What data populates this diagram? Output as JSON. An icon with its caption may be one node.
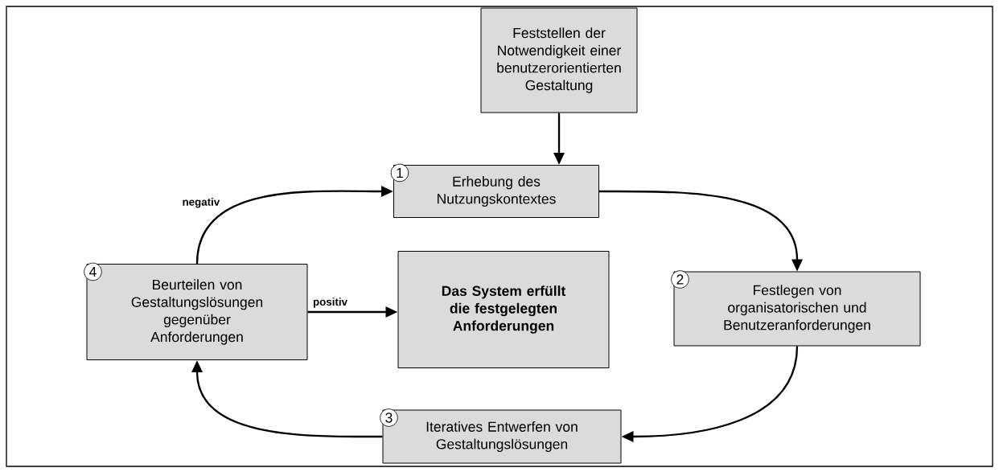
{
  "diagram": {
    "nodes": [
      {
        "text": [
          "Feststellen der Notwendigkeit einer benutzerorientierten Gestaltung"
        ]
      },
      {
        "text": [
          "Erhebung des Nutzungskontextes"
        ]
      },
      {
        "text": [
          "1"
        ],
        "in": 1
      },
      {
        "text": [
          "Beurteilen von Gestaltungslösungen gegenüber Anforderungen"
        ]
      },
      {
        "text": [
          "4"
        ],
        "in": 3
      },
      {
        "text": [
          "Das System erfüllt die festgelegten Anforderungen"
        ]
      },
      {
        "text": [
          "Festlegen von organisatorischen und Benutzeranforderungen"
        ]
      },
      {
        "text": [
          "2"
        ],
        "in": 6
      },
      {
        "text": [
          "Iteratives Entwerfen von Gestaltungslösungen"
        ]
      },
      {
        "text": [
          "3"
        ],
        "in": 8
      }
    ],
    "edges": [
      {
        "from": 0,
        "to": 1,
        "arrow": "to"
      },
      {
        "from": 1,
        "to": 6,
        "arrow": "to"
      },
      {
        "from": 6,
        "to": 8,
        "arrow": "to"
      },
      {
        "from": 8,
        "to": 3,
        "arrow": "to"
      },
      {
        "from": 3,
        "to": 1,
        "arrow": "to",
        "label": "negativ"
      },
      {
        "from": 3,
        "to": 5,
        "arrow": "to",
        "label": "positiv"
      }
    ]
  }
}
